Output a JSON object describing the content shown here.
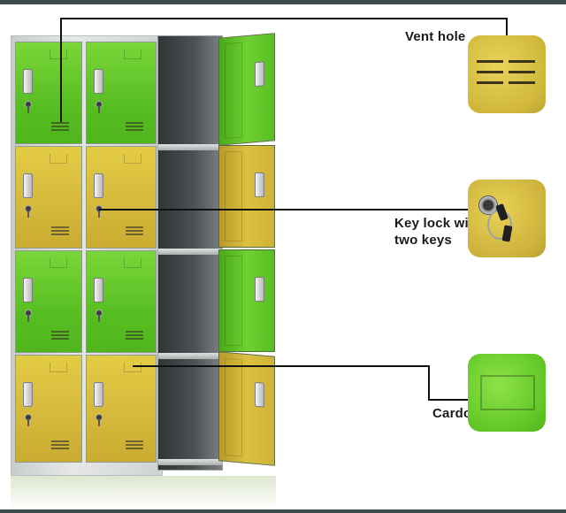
{
  "callouts": {
    "vent_hole": {
      "label": "Vent hole",
      "icon": "vent-hole-icon"
    },
    "key_lock": {
      "label_line1": "Key lock with",
      "label_line2": "two keys",
      "icon": "key-lock-icon"
    },
    "cardcase": {
      "label": "Cardcase",
      "icon": "cardcase-icon"
    }
  },
  "cabinet": {
    "columns": 3,
    "rows": 4,
    "colors": {
      "green": "#58bf22",
      "yellow": "#d4b83a",
      "frame": "#c9cccd",
      "interior": "#3a3f41"
    }
  },
  "colors": {
    "line": "#111111",
    "bar": "#3d4a4c"
  }
}
